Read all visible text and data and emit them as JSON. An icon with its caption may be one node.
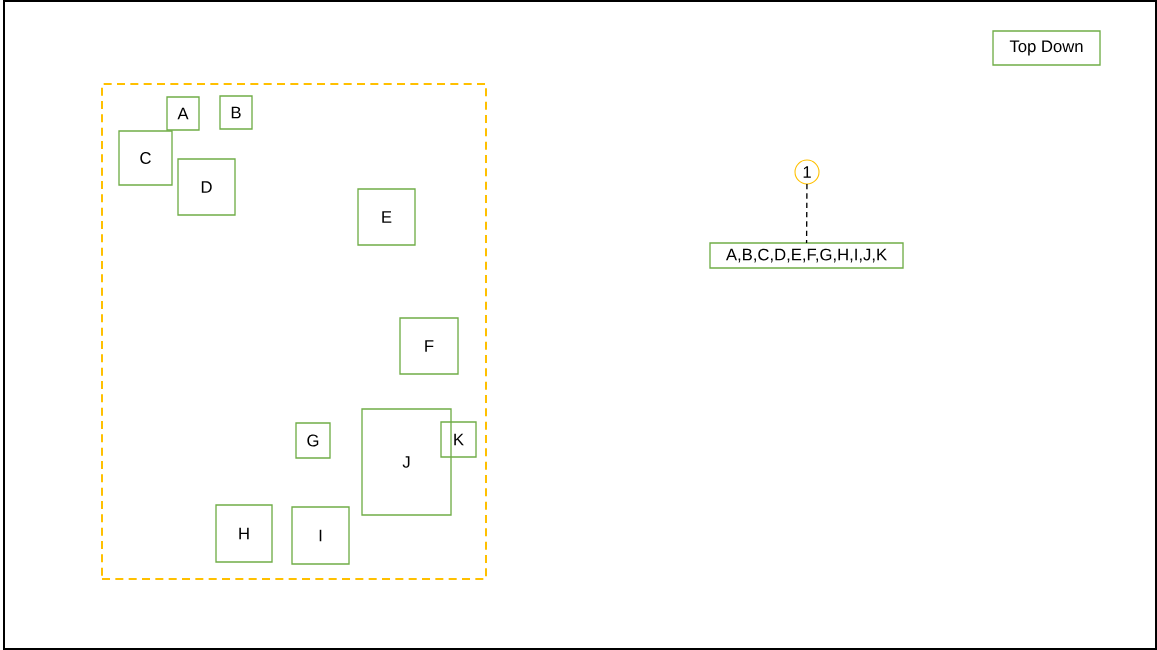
{
  "diagram": {
    "nodes": [
      {
        "text": [],
        "shape": "box"
      },
      {
        "text": [
          "A"
        ],
        "in": 0
      },
      {
        "text": [
          "B"
        ],
        "in": 0
      },
      {
        "text": [
          "C"
        ],
        "in": 0
      },
      {
        "text": [
          "D"
        ],
        "in": 0
      },
      {
        "text": [
          "E"
        ],
        "in": 0
      },
      {
        "text": [
          "F"
        ],
        "in": 0
      },
      {
        "text": [
          "G"
        ],
        "in": 0
      },
      {
        "text": [
          "J"
        ],
        "in": 0
      },
      {
        "text": [
          "K"
        ],
        "in": 0
      },
      {
        "text": [
          "H"
        ],
        "in": 0
      },
      {
        "text": [
          "I"
        ],
        "in": 0
      },
      {
        "text": [
          "Top Down"
        ]
      },
      {
        "text": [
          "1"
        ]
      },
      {
        "text": [
          "A,B,C,D,E,F,G,H,I,J,K"
        ]
      }
    ],
    "edges": [
      {
        "from": 13,
        "to": 14,
        "arrow": "none",
        "style": "dashed"
      }
    ]
  }
}
